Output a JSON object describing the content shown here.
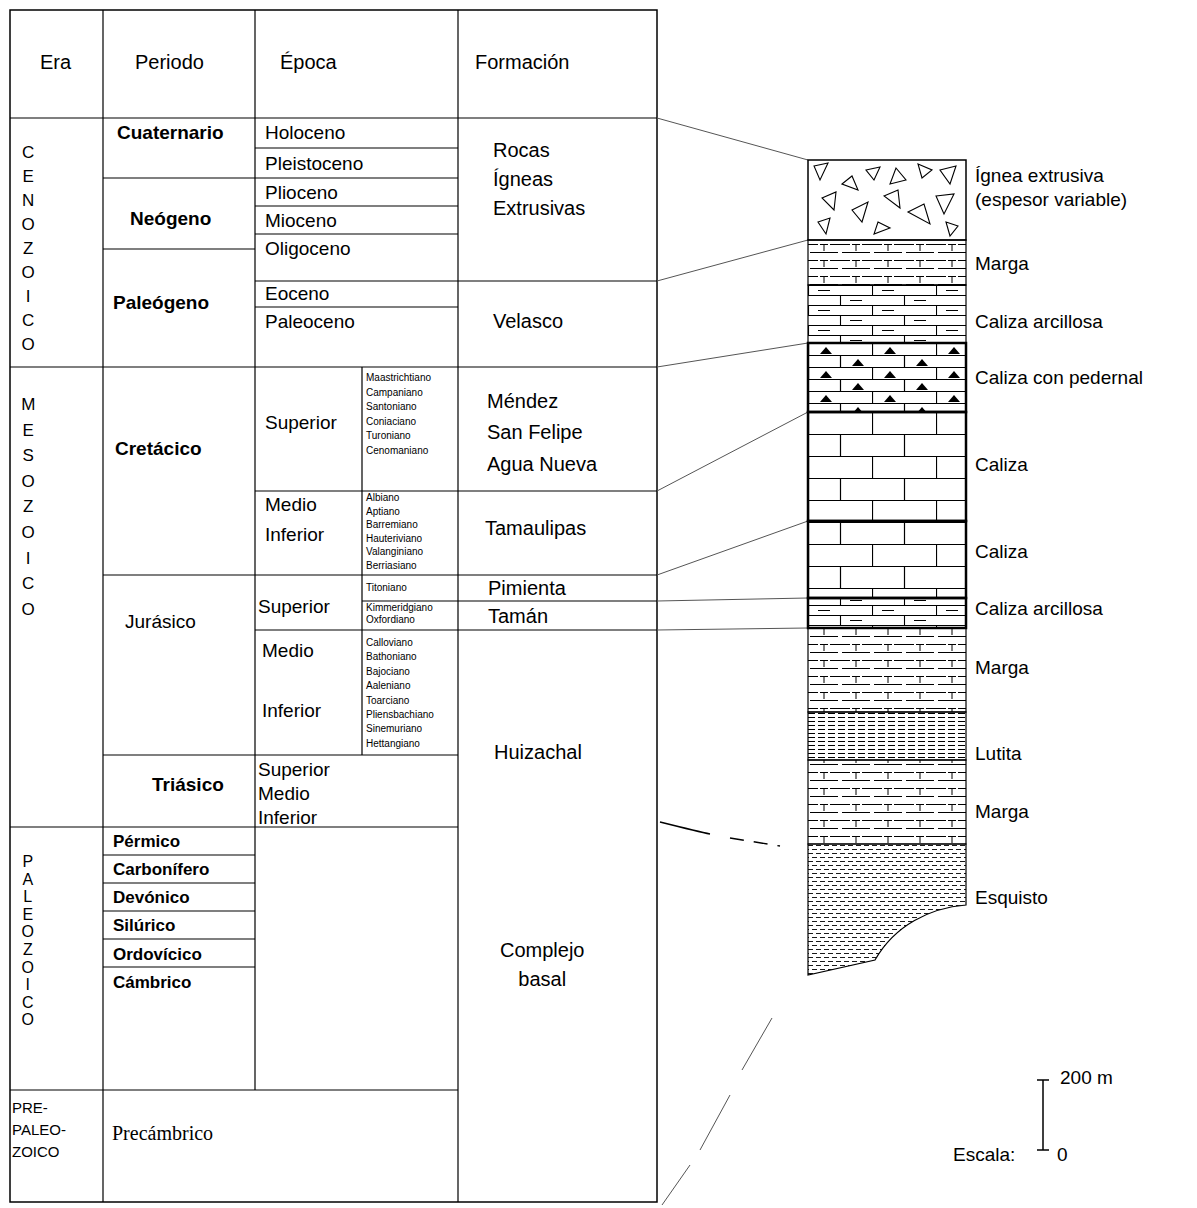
{
  "diagram": {
    "labels": [
      "Era",
      "Periodo",
      "Época",
      "Formación",
      "CENOZOICO",
      "Cuaternario",
      "Neógeno",
      "Paleógeno",
      "Holoceno",
      "Pleistoceno",
      "Plioceno",
      "Mioceno",
      "Oligoceno",
      "Eoceno",
      "Paleoceno",
      "Rocas Ígneas Extrusivas",
      "Velasco",
      "MESOZOICO",
      "Cretácico",
      "Jurásico",
      "Triásico",
      "Superior",
      "Maastrichtiano",
      "Campaniano",
      "Santoniano",
      "Coniaciano",
      "Turoniano",
      "Cenomaniano",
      "Medio",
      "Inferior",
      "Albiano",
      "Aptiano",
      "Barremiano",
      "Hauteriviano",
      "Valanginiano",
      "Berriasiano",
      "Superior",
      "Titoniano",
      "Kimmeridgiano",
      "Oxfordiano",
      "Medio",
      "Inferior",
      "Calloviano",
      "Bathoniano",
      "Bajociano",
      "Aaleniano",
      "Toarciano",
      "Pliensbachiano",
      "Sinemuriano",
      "Hettangiano",
      "Superior",
      "Medio",
      "Inferior",
      "Méndez",
      "San Felipe",
      "Agua Nueva",
      "Tamaulipas",
      "Pimienta",
      "Tamán",
      "Huizachal",
      "Complejo basal",
      "PALEOZOICO",
      "Pérmico",
      "Carbonífero",
      "Devónico",
      "Silúrico",
      "Ordovícico",
      "Cámbrico",
      "PRE-PALEO-ZOICO",
      "Precámbrico",
      "Ígnea extrusiva (espesor variable)",
      "Marga",
      "Caliza arcillosa",
      "Caliza con pedernal",
      "Caliza",
      "Caliza",
      "Caliza arcillosa",
      "Marga",
      "Lutita",
      "Marga",
      "Esquisto",
      "200 m",
      "Escala:",
      "0"
    ]
  }
}
